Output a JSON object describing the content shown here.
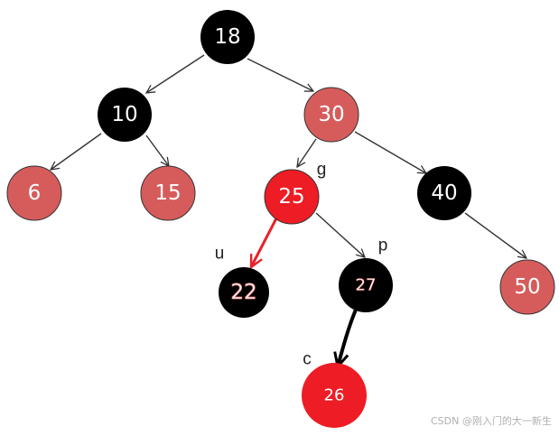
{
  "nodes": [
    {
      "id": "n18",
      "label": "18",
      "color": "black"
    },
    {
      "id": "n10",
      "label": "10",
      "color": "black"
    },
    {
      "id": "n30",
      "label": "30",
      "color": "red"
    },
    {
      "id": "n6",
      "label": "6",
      "color": "red"
    },
    {
      "id": "n15",
      "label": "15",
      "color": "red"
    },
    {
      "id": "n25",
      "label": "25",
      "color": "red"
    },
    {
      "id": "n40",
      "label": "40",
      "color": "black"
    },
    {
      "id": "n22",
      "label": "22",
      "color": "black"
    },
    {
      "id": "n27",
      "label": "27",
      "color": "black"
    },
    {
      "id": "n50",
      "label": "50",
      "color": "red"
    },
    {
      "id": "n26",
      "label": "26",
      "color": "red"
    }
  ],
  "edges": [
    {
      "from": "18",
      "to": "10"
    },
    {
      "from": "18",
      "to": "30"
    },
    {
      "from": "10",
      "to": "6"
    },
    {
      "from": "10",
      "to": "15"
    },
    {
      "from": "30",
      "to": "25"
    },
    {
      "from": "30",
      "to": "40"
    },
    {
      "from": "25",
      "to": "22",
      "highlight": "red"
    },
    {
      "from": "25",
      "to": "27"
    },
    {
      "from": "40",
      "to": "50"
    },
    {
      "from": "27",
      "to": "26",
      "highlight": "black"
    }
  ],
  "tags": {
    "g": "g",
    "u": "u",
    "p": "p",
    "c": "c"
  },
  "watermark": "CSDN @刚入门的大一新生",
  "colors": {
    "black_node": "#000000",
    "red_node": "#d65c5c",
    "bright_red_node": "#ee1c24",
    "edge": "#333333",
    "highlight_red": "#e8202a"
  }
}
